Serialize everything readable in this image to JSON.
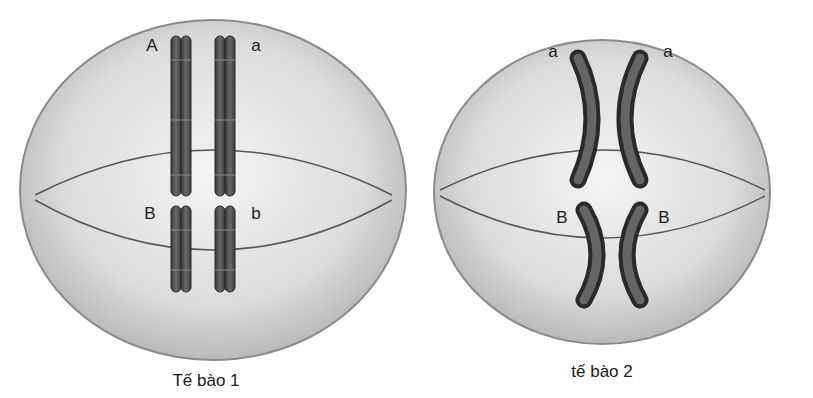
{
  "diagram": {
    "labels": [
      "A",
      "a",
      "B",
      "b",
      "Tế bào 1",
      "a",
      "a",
      "B",
      "B",
      "tế bào 2"
    ]
  }
}
